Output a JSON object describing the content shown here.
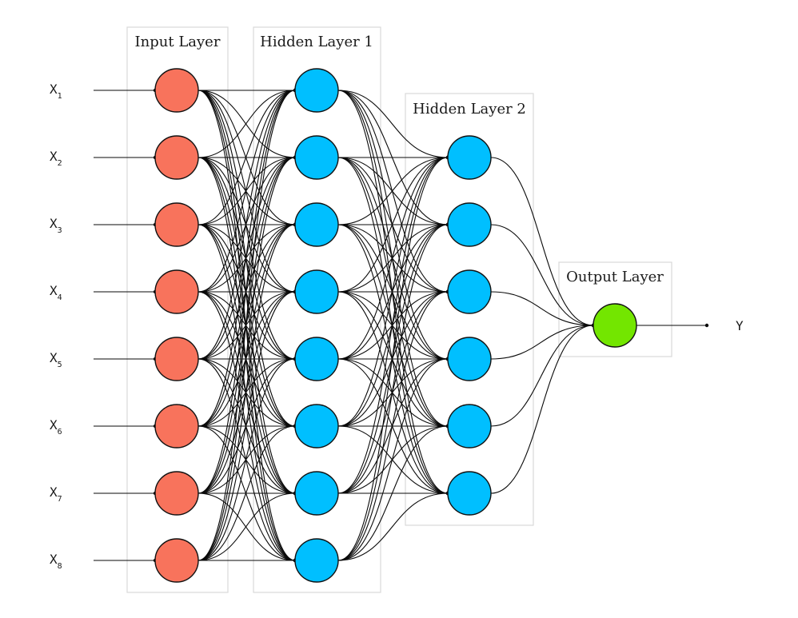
{
  "diagram": {
    "layers": [
      {
        "id": "input",
        "title": "Input Layer",
        "node_count": 8,
        "color": "#F8735C"
      },
      {
        "id": "hidden1",
        "title": "Hidden Layer 1",
        "node_count": 8,
        "color": "#00BFFF"
      },
      {
        "id": "hidden2",
        "title": "Hidden Layer 2",
        "node_count": 6,
        "color": "#00BFFF"
      },
      {
        "id": "output",
        "title": "Output Layer",
        "node_count": 1,
        "color": "#73E600"
      }
    ],
    "inputs": [
      {
        "base": "X",
        "sub": "1"
      },
      {
        "base": "X",
        "sub": "2"
      },
      {
        "base": "X",
        "sub": "3"
      },
      {
        "base": "X",
        "sub": "4"
      },
      {
        "base": "X",
        "sub": "5"
      },
      {
        "base": "X",
        "sub": "6"
      },
      {
        "base": "X",
        "sub": "7"
      },
      {
        "base": "X",
        "sub": "8"
      }
    ],
    "output_label": "Y",
    "connectivity": "fully-connected"
  }
}
